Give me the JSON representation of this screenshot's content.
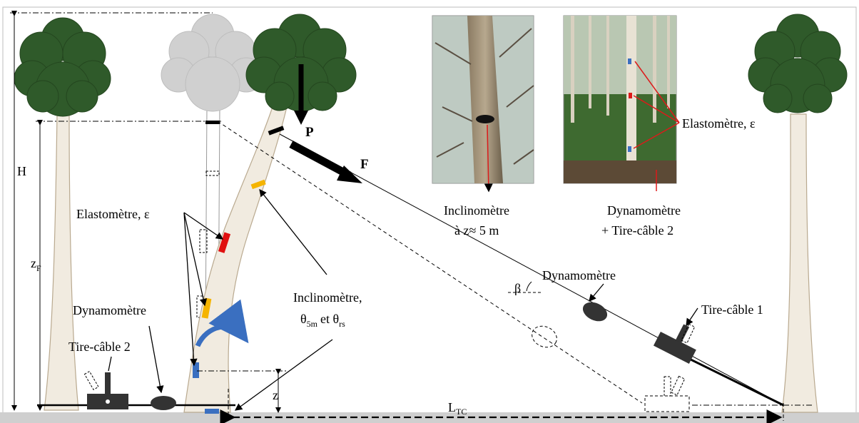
{
  "colors": {
    "crown": "#2f5a2a",
    "crown_ghost": "#d0d0d0",
    "trunk": "#f1ebe0",
    "trunk_edge": "#b9a98f",
    "ground": "#cfcfcf",
    "strain_red": "#e01010",
    "strain_yellow": "#f5b400",
    "strain_blue": "#3a6fc0",
    "rotation_arrow": "#3a6fc0",
    "device": "#333333",
    "pointer_red": "#dd1a1a"
  },
  "labels": {
    "height": "H",
    "force_height_base": "z",
    "force_height_sub": "F",
    "vertical_force": "P",
    "pull_force": "F",
    "strain_gauge_left": "Elastomètre, ε",
    "dynamometer_left": "Dynamomètre",
    "cable_puller_2": "Tire-câble 2",
    "inclinometer_line1": "Inclinomètre,",
    "inclinometer_theta": "θ",
    "inclinometer_sub_5m": "5m",
    "inclinometer_and": "et θ",
    "inclinometer_sub_rs": "rs",
    "z_height": "z",
    "distance_base": "L",
    "distance_sub": "TC",
    "angle": "β",
    "dynamometer_right": "Dynamomètre",
    "cable_puller_1": "Tire-câble 1",
    "photo1_caption_line1": "Inclinomètre",
    "photo1_caption_line2": "à z≈ 5 m",
    "photo2_caption_line1": "Dynamomètre",
    "photo2_caption_line2": "+ Tire-câble 2",
    "photo2_strain": "Elastomètre, ε"
  },
  "icons": {
    "tree": "tree-crown-icon",
    "rotation": "curved-arrow-icon",
    "dynamometer": "dynamometer-ellipse-icon",
    "winch": "cable-puller-icon"
  }
}
